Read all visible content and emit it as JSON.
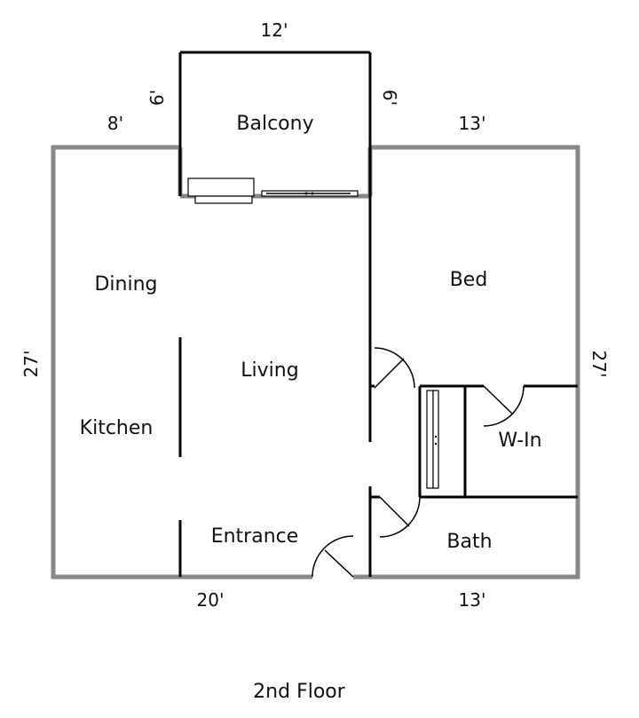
{
  "rooms": {
    "balcony": "Balcony",
    "dining": "Dining",
    "living": "Living",
    "kitchen": "Kitchen",
    "entrance": "Entrance",
    "bed": "Bed",
    "walkin": "W-In",
    "bath": "Bath"
  },
  "dimensions": {
    "balcony_width": "12'",
    "balcony_left_depth": "6'",
    "balcony_right_depth": "6'",
    "top_left": "8'",
    "top_right": "13'",
    "left_height": "27'",
    "right_height": "27'",
    "bottom_left": "20'",
    "bottom_right": "13'"
  },
  "floor_label": "2nd Floor"
}
